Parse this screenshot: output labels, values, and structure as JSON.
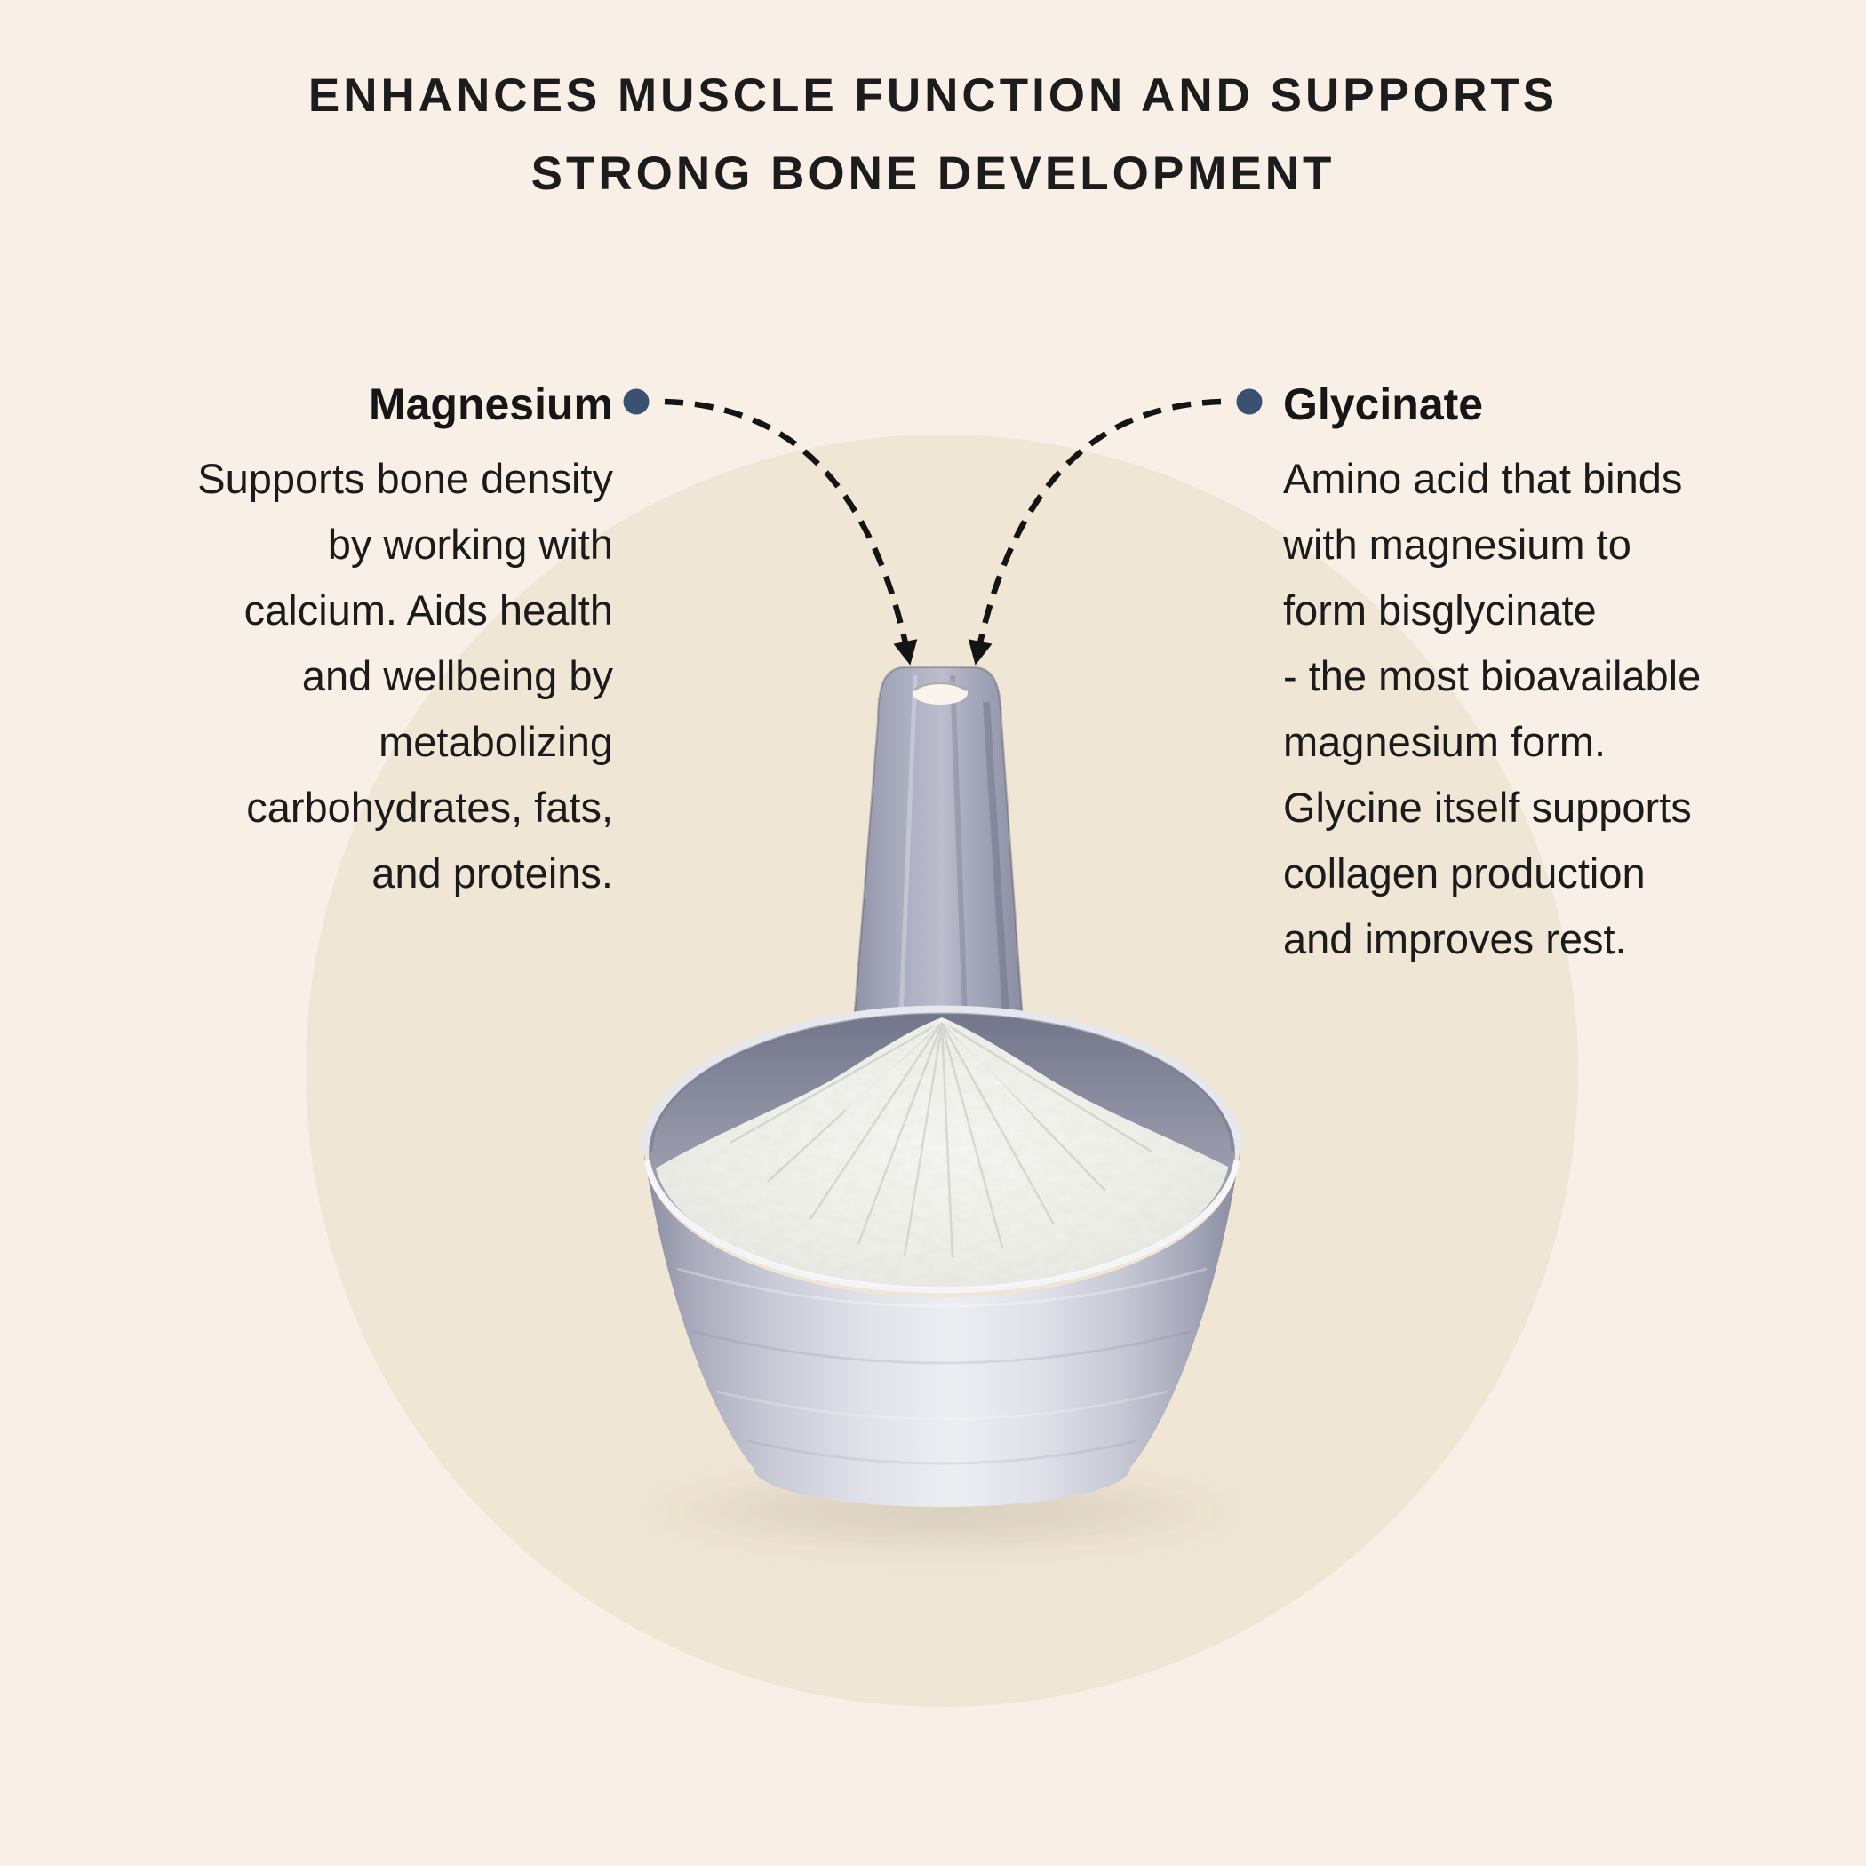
{
  "title": {
    "line1": "ENHANCES MUSCLE FUNCTION AND SUPPORTS",
    "line2": "STRONG BONE DEVELOPMENT"
  },
  "callouts": {
    "magnesium": {
      "heading": "Magnesium",
      "lines": [
        "Supports bone density",
        "by working with",
        "calcium. Aids health",
        "and wellbeing by",
        "metabolizing",
        "carbohydrates, fats,",
        "and proteins."
      ]
    },
    "glycinate": {
      "heading": "Glycinate",
      "lines": [
        "Amino acid that binds",
        "with magnesium to",
        "form bisglycinate",
        "- the most bioavailable",
        "magnesium form.",
        "Glycine itself supports",
        "collagen production",
        "and improves rest."
      ]
    }
  },
  "colors": {
    "background": "#f8efe6",
    "circle": "#f0e6d6",
    "title_text": "#1c1c1c",
    "body_text": "#1b1b1b",
    "dot": "#3b5173",
    "connector": "#141414",
    "handle_base": "#a6a8bc",
    "metal_light": "#edeef3",
    "metal_dark": "#8b8ea1",
    "powder": "#f2f2ed",
    "hole": "#faf5ec"
  }
}
